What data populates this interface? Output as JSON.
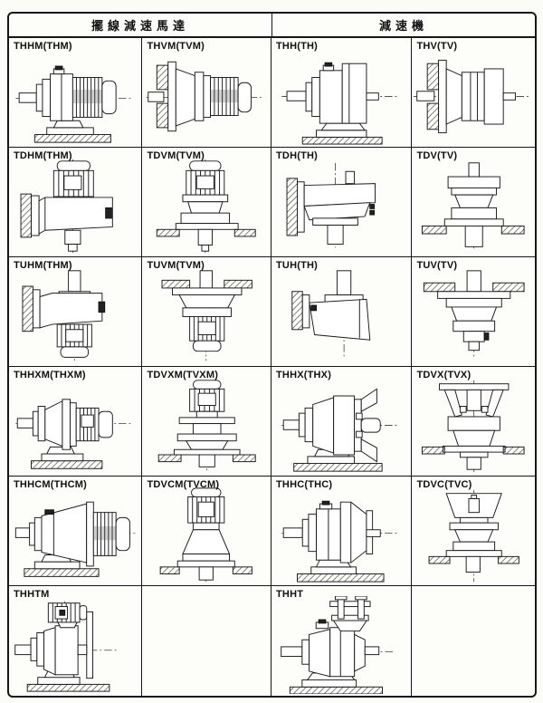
{
  "table": {
    "header": [
      {
        "label": "擺線減速馬達"
      },
      {
        "label": "減速機"
      }
    ],
    "rows": [
      {
        "cells": [
          {
            "model": "THHM(THM)",
            "drawing": "thhm"
          },
          {
            "model": "THVM(TVM)",
            "drawing": "thvm"
          },
          {
            "model": "THH(TH)",
            "drawing": "thh"
          },
          {
            "model": "THV(TV)",
            "drawing": "thv"
          }
        ]
      },
      {
        "cells": [
          {
            "model": "TDHM(THM)",
            "drawing": "tdhm"
          },
          {
            "model": "TDVM(TVM)",
            "drawing": "tdvm"
          },
          {
            "model": "TDH(TH)",
            "drawing": "tdh"
          },
          {
            "model": "TDV(TV)",
            "drawing": "tdv"
          }
        ]
      },
      {
        "cells": [
          {
            "model": "TUHM(THM)",
            "drawing": "tuhm"
          },
          {
            "model": "TUVM(TVM)",
            "drawing": "tuvm"
          },
          {
            "model": "TUH(TH)",
            "drawing": "tuh"
          },
          {
            "model": "TUV(TV)",
            "drawing": "tuv"
          }
        ]
      },
      {
        "cells": [
          {
            "model": "THHXM(THXM)",
            "drawing": "thhxm"
          },
          {
            "model": "TDVXM(TVXM)",
            "drawing": "tdvxm"
          },
          {
            "model": "THHX(THX)",
            "drawing": "thhx"
          },
          {
            "model": "TDVX(TVX)",
            "drawing": "tdvx"
          }
        ]
      },
      {
        "cells": [
          {
            "model": "THHCM(THCM)",
            "drawing": "thhcm"
          },
          {
            "model": "TDVCM(TVCM)",
            "drawing": "tdvcm"
          },
          {
            "model": "THHC(THC)",
            "drawing": "thhc"
          },
          {
            "model": "TDVC(TVC)",
            "drawing": "tdvc"
          }
        ]
      },
      {
        "cells": [
          {
            "model": "THHTM",
            "drawing": "thhtm"
          },
          {
            "model": "",
            "drawing": ""
          },
          {
            "model": "THHT",
            "drawing": "thht"
          },
          {
            "model": "",
            "drawing": ""
          }
        ]
      }
    ]
  }
}
